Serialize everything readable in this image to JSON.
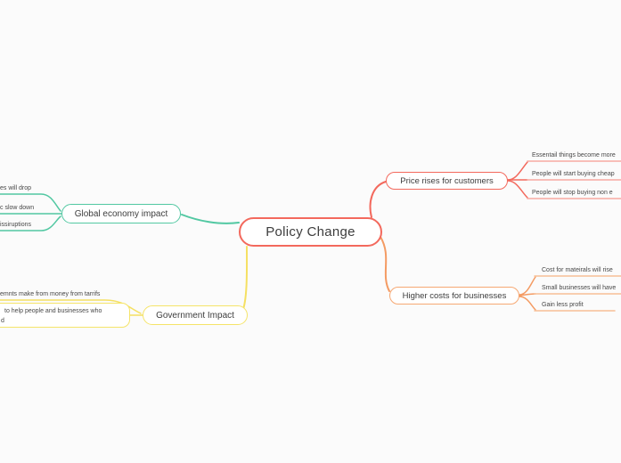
{
  "app": {
    "view": "mind-map-canvas"
  },
  "colors": {
    "background": "#fbfbfb",
    "root_accent": "#f3695d",
    "global_economy_accent": "#52c8a2",
    "government_accent": "#f5e469",
    "price_rises_accent": "#f3695d",
    "higher_costs_accent": "#f6a873",
    "text": "#3d3d3d"
  },
  "map": {
    "root": {
      "label": "Policy Change"
    },
    "branches": [
      {
        "label": "Global economy impact",
        "leaves": [
          "es will drop",
          "c slow down",
          "issiruptions"
        ]
      },
      {
        "label": "Government Impact",
        "tariff_leaf": "emnts make from money from tarrifs",
        "help_node_line1": "to help people and businesses who",
        "help_node_line2": "d"
      },
      {
        "label": "Price rises for customers",
        "leaves": [
          "Essentail things become more",
          "People will start buying cheap",
          "People will stop buying non e"
        ]
      },
      {
        "label": "Higher costs for businesses",
        "leaves": [
          "Cost for mateirals will rise",
          "Small businesses will have",
          "Gain less profit"
        ]
      }
    ]
  }
}
